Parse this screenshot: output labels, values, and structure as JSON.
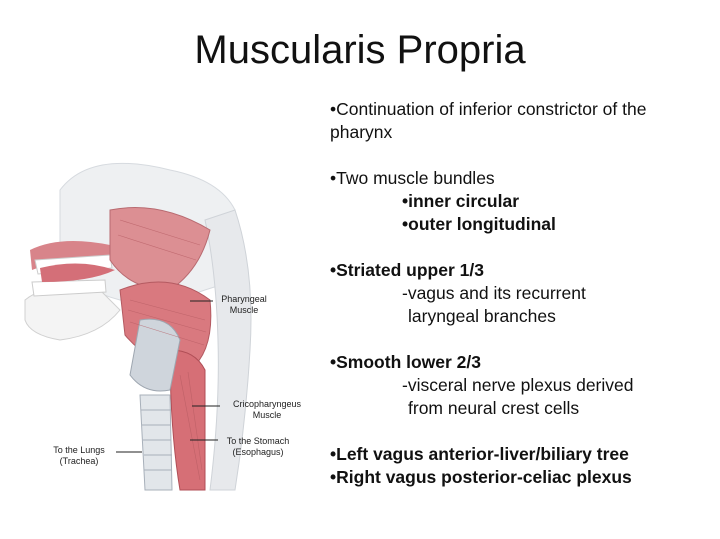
{
  "title": "Muscularis Propria",
  "bullets": {
    "b1_line1": "•Continuation of inferior constrictor of the",
    "b1_line2": "pharynx",
    "b2": "•Two muscle bundles",
    "b2_sub1": "•inner circular",
    "b2_sub2": "•outer longitudinal",
    "b3": "•Striated upper 1/3",
    "b3_sub1": "-vagus and its recurrent",
    "b3_sub2": "laryngeal branches",
    "b4": "•Smooth lower 2/3",
    "b4_sub1": "-visceral nerve plexus derived",
    "b4_sub2": "from neural crest cells",
    "b5": "•Left vagus anterior-liver/biliary tree",
    "b6": "•Right vagus posterior-celiac plexus"
  },
  "illustration": {
    "label_pharyngeal_1": "Pharyngeal",
    "label_pharyngeal_2": "Muscle",
    "label_crico_1": "Cricopharyngeus",
    "label_crico_2": "Muscle",
    "label_stomach_1": "To the Stomach",
    "label_stomach_2": "(Esophagus)",
    "label_lungs_1": "To the Lungs",
    "label_lungs_2": "(Trachea)"
  }
}
